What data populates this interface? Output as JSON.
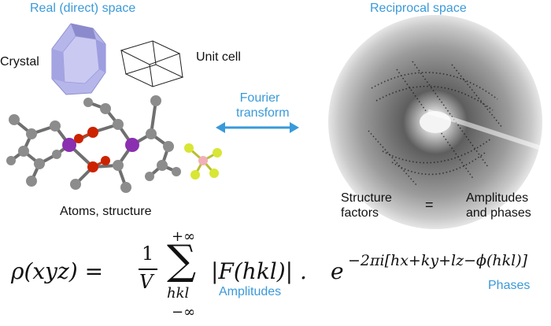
{
  "headings": {
    "real_space": "Real (direct) space",
    "reciprocal_space": "Reciprocal space"
  },
  "labels": {
    "crystal": "Crystal",
    "unit_cell": "Unit cell",
    "fourier_line1": "Fourier",
    "fourier_line2": "transform",
    "atoms": "Atoms, structure",
    "structure_line1": "Structure",
    "structure_line2": "factors",
    "equals": "=",
    "amplitudes_line1": "Amplitudes",
    "amplitudes_line2": "and phases"
  },
  "formula": {
    "lhs": "ρ(xyz) =",
    "frac_num": "1",
    "frac_den": "V",
    "sum_upper": "+∞",
    "sum_symbol": "∑",
    "sum_index": "hkl",
    "sum_lower": "−∞",
    "amplitude_term": "|F(hkl)| .",
    "exp_base": "e",
    "exponent": "−2πi[hx+ky+lz−ϕ(hkl)]",
    "amplitudes_note": "Amplitudes",
    "phases_note": "Phases"
  },
  "colors": {
    "accent_blue": "#3a9ad9",
    "crystal_fill": "#b6b6ea",
    "metal_atom": "#8a2fb0",
    "oxygen_atom": "#cc2200",
    "carbon_atom": "#8c8c8c",
    "fluorine_atom": "#d8e635",
    "boron_atom": "#f0b0b8"
  }
}
